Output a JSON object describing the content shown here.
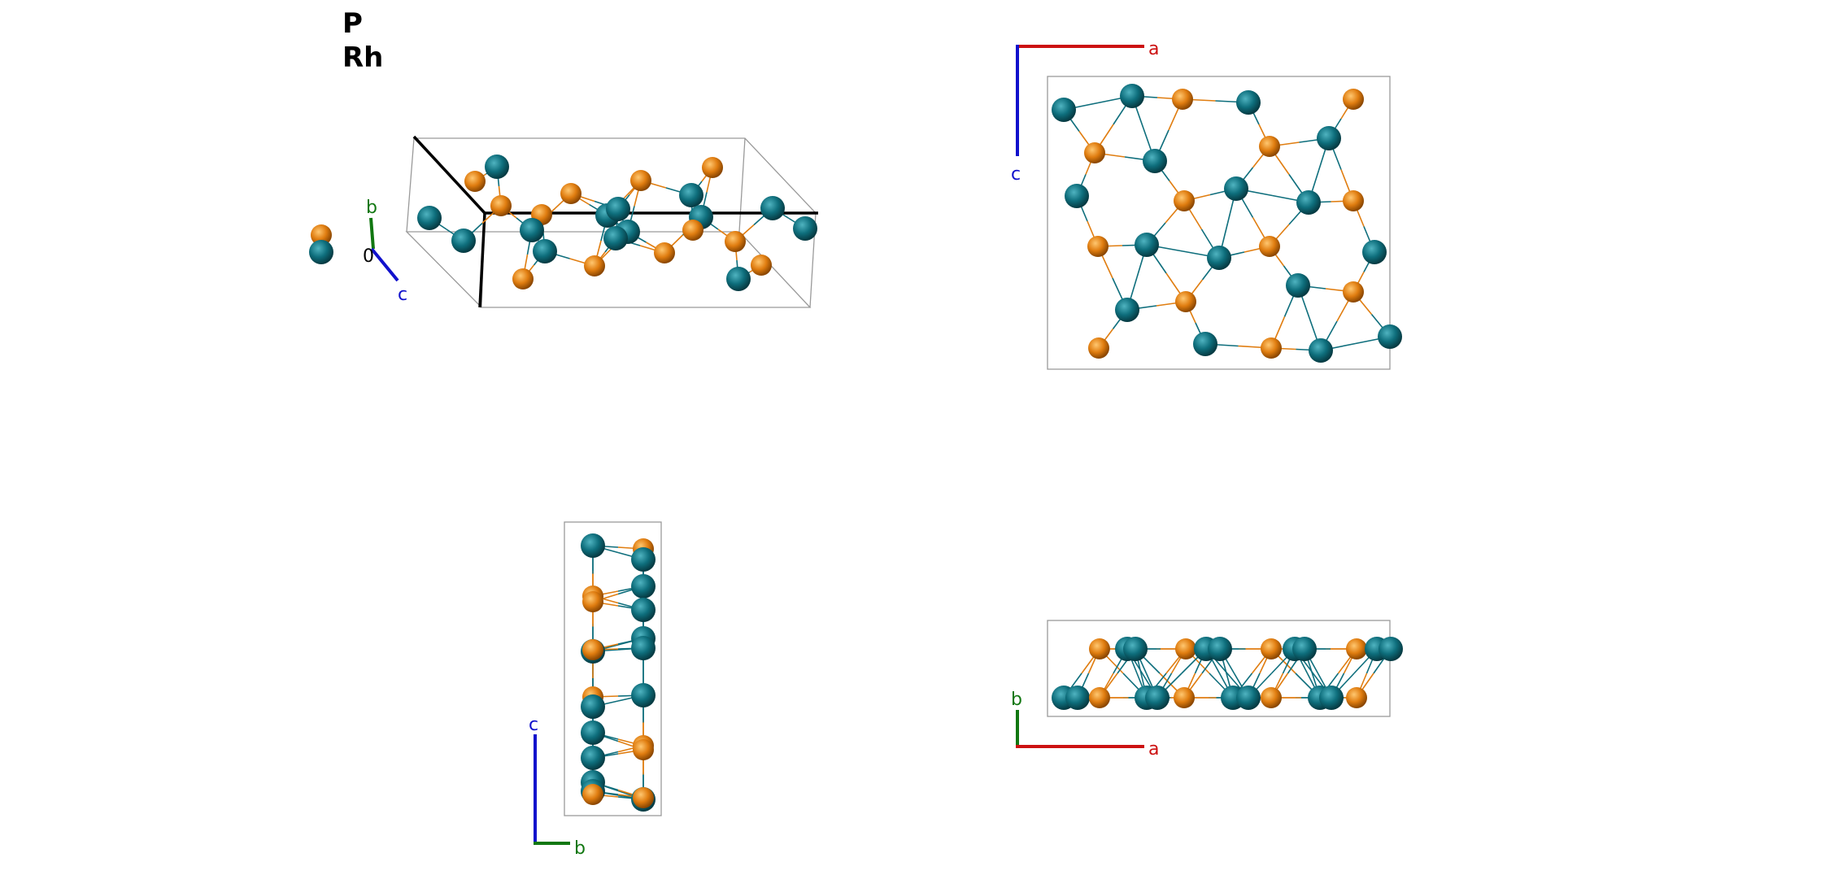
{
  "legend": {
    "elements": [
      "P",
      "Rh"
    ]
  },
  "colors": {
    "P": "#e07d10",
    "Rh": "#0e6e7c",
    "a_axis": "#cc1111",
    "b_axis": "#117711",
    "c_axis": "#1111cc",
    "cell_line": "#9a9a9a"
  },
  "panels": {
    "perspective": {
      "axis_labels": {
        "b": "b",
        "c": "c",
        "origin": "0"
      }
    },
    "top_right": {
      "axis_labels": {
        "a": "a",
        "c": "c"
      }
    },
    "bottom_left": {
      "axis_labels": {
        "c": "c",
        "b": "b"
      }
    },
    "bottom_right": {
      "axis_labels": {
        "b": "b",
        "a": "a"
      }
    }
  }
}
